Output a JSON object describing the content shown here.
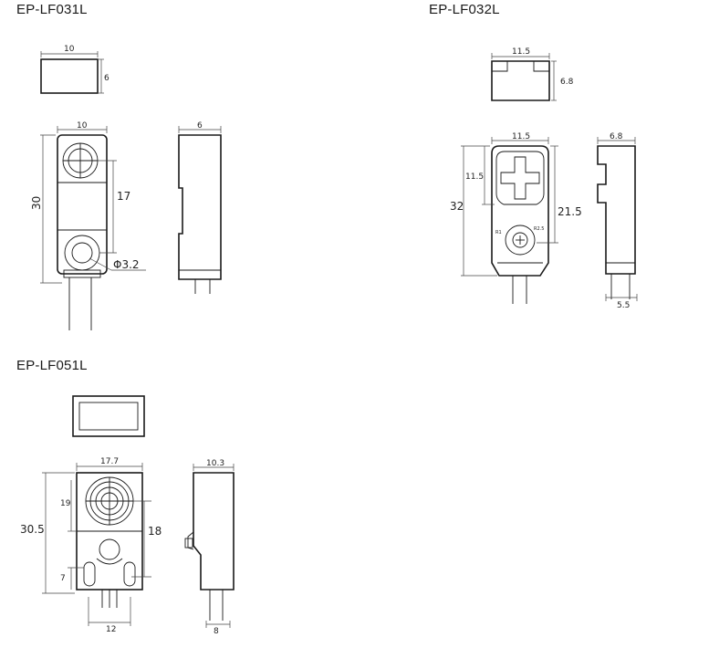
{
  "models": {
    "lf031": {
      "name": "EP-LF031L",
      "dims": {
        "top_width": "10",
        "top_height": "6",
        "front_width": "10",
        "side_width": "6",
        "total_height": "30",
        "sense_center": "17",
        "hole": "Φ3.2"
      }
    },
    "lf032": {
      "name": "EP-LF032L",
      "dims": {
        "top_width": "11.5",
        "top_height": "6.8",
        "front_width": "11.5",
        "side_width": "6.8",
        "total_height": "32",
        "sense_height": "11.5",
        "center_height": "21.5",
        "pin_spacing": "5.5",
        "tiny_a": "R1",
        "tiny_b": "R2.5"
      }
    },
    "lf051": {
      "name": "EP-LF051L",
      "dims": {
        "front_width": "17.7",
        "side_width": "10.3",
        "total_height": "30.5",
        "sense_height": "19",
        "right_height": "18",
        "slot_height": "7",
        "lead_spacing": "12",
        "side_pin": "8"
      }
    }
  }
}
